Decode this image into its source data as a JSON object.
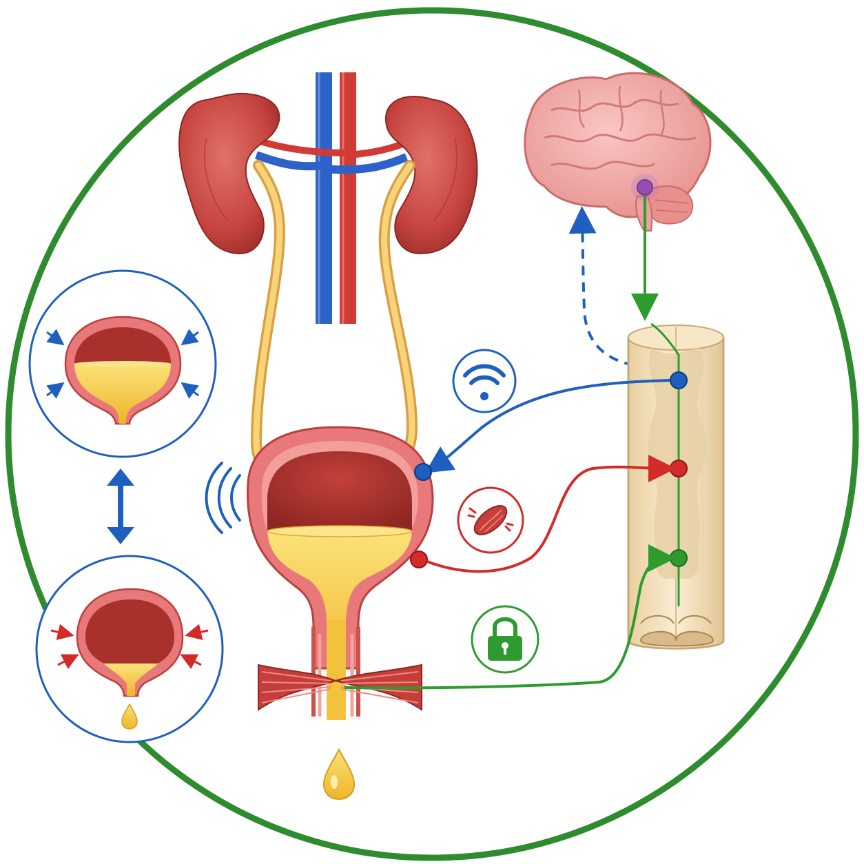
{
  "diagram": {
    "labels": [],
    "colors": {
      "outer_ring": "#2e8b2e",
      "sensory_signal": "#1f5fbf",
      "motor_signal": "#d42a2a",
      "somatic_signal": "#2e9b2e",
      "kidney": "#c6443f",
      "urine": "#f2c230",
      "ureter": "#f0c060",
      "vein": "#2d62c8",
      "artery": "#d23a35",
      "brain": "#f2a6a6",
      "brain_center": "#8e44ad",
      "spinal_cord": "#f0dfbf"
    },
    "icons": {
      "sensory": "wifi-signal-icon",
      "motor": "muscle-fiber-icon",
      "sphincter": "padlock-icon",
      "bladder_stretch": "sound-wave-icon"
    },
    "insets": [
      {
        "state": "filling",
        "arrow_color": "#1f5fbf",
        "urine_level": 0.45,
        "drip": false
      },
      {
        "state": "voiding",
        "arrow_color": "#d42a2a",
        "urine_level": 0.2,
        "drip": true
      }
    ]
  }
}
